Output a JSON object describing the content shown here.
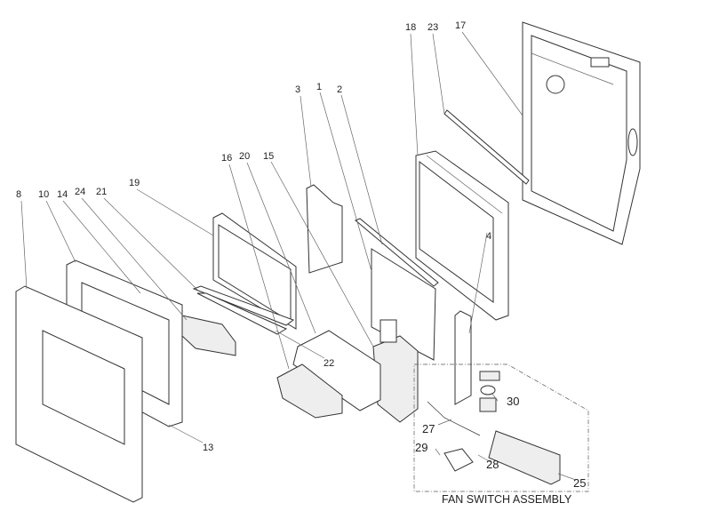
{
  "diagram": {
    "labels": {
      "p1": "1",
      "p2": "2",
      "p3": "3",
      "p4": "4",
      "p8": "8",
      "p10": "10",
      "p13": "13",
      "p14": "14",
      "p15": "15",
      "p16": "16",
      "p17": "17",
      "p18": "18",
      "p19": "19",
      "p20": "20",
      "p21": "21",
      "p22": "22",
      "p23": "23",
      "p24": "24",
      "p25": "25",
      "p27": "27",
      "p28": "28",
      "p29": "29",
      "p30": "30"
    },
    "inset_caption": "FAN SWITCH ASSEMBLY"
  }
}
